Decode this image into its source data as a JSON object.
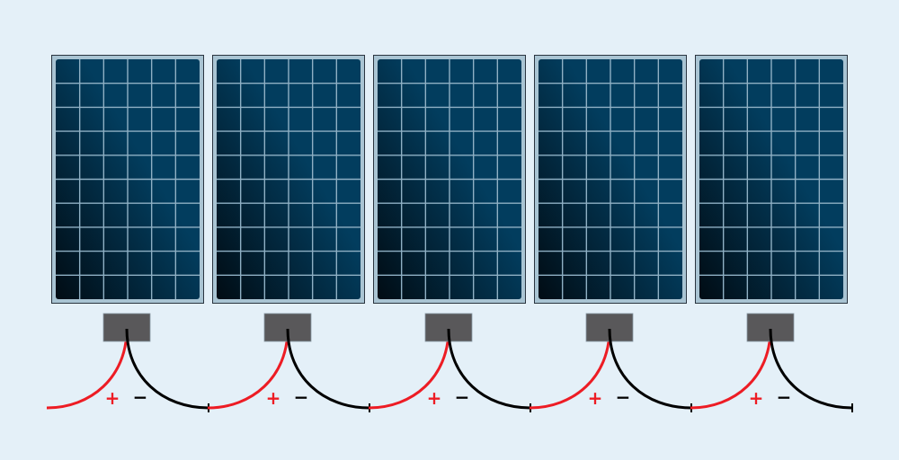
{
  "diagram": {
    "panel_count": 5,
    "cell_columns": 6,
    "cell_rows": 10,
    "positive_label": "+",
    "negative_label": "−",
    "colors": {
      "background": "#e4f0f8",
      "panel_frame": "#a9c4d3",
      "panel_border": "#2a3540",
      "cell_light": "#023d5e",
      "cell_dark": "#010c14",
      "cell_grid": "#8fb0c4",
      "junction_box": "#59585a",
      "positive_wire": "#ed1c24",
      "negative_wire": "#000000"
    }
  }
}
